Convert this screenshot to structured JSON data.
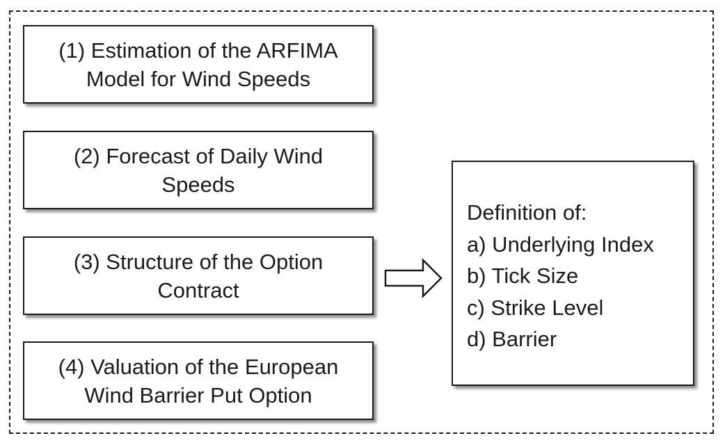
{
  "steps": [
    {
      "line1": "(1) Estimation of the ARFIMA",
      "line2": "Model for Wind Speeds"
    },
    {
      "line1": "(2) Forecast of Daily Wind",
      "line2": "Speeds"
    },
    {
      "line1": "(3) Structure of the Option",
      "line2": "Contract"
    },
    {
      "line1": "(4) Valuation of the European",
      "line2": "Wind Barrier Put Option"
    }
  ],
  "definition": {
    "heading": "Definition of:",
    "items": [
      "a) Underlying Index",
      "b) Tick Size",
      "c) Strike Level",
      "d) Barrier"
    ]
  },
  "colors": {
    "stroke": "#1a1a1a",
    "background": "#ffffff"
  },
  "icons": {
    "arrow": "right-arrow-icon"
  }
}
